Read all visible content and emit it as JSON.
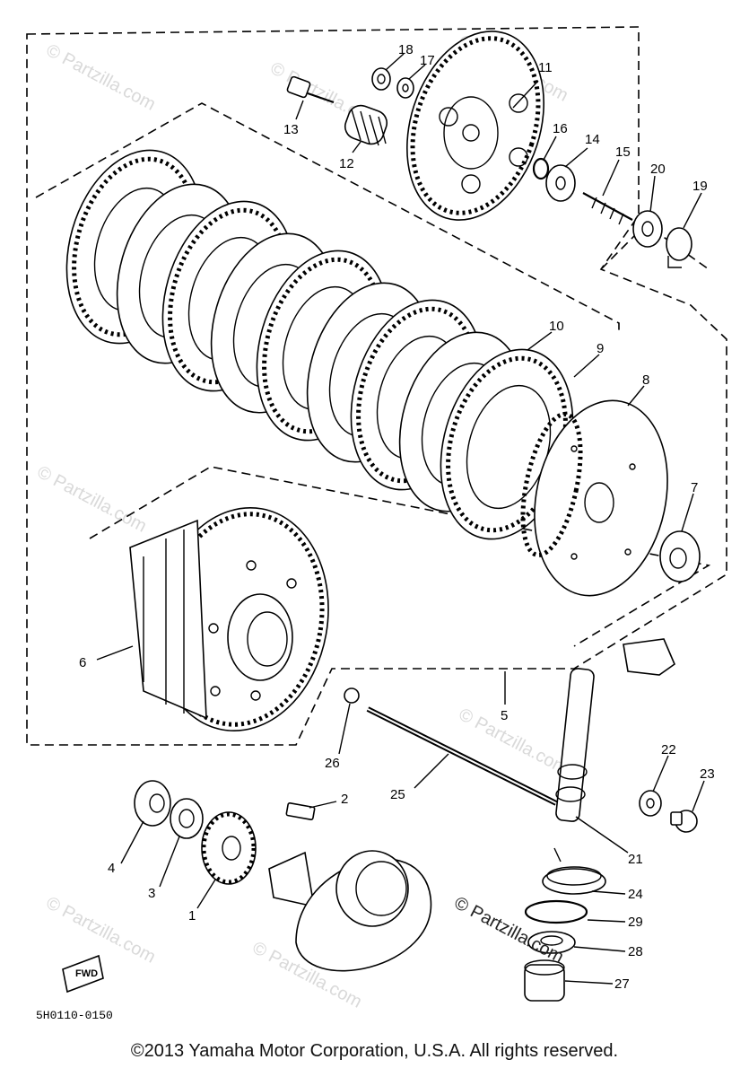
{
  "diagram": {
    "watermarks": [
      "© Partzilla.com",
      "© Partzilla.com",
      "© Partzilla.com",
      "© Partzilla.com",
      "© Partzilla.com",
      "© Partzilla.com",
      "© Partzilla.com",
      "© Partzilla.com"
    ],
    "watermark_dark": "© Partzilla.com",
    "drawing_code": "5H0110-0150",
    "fwd_label": "FWD",
    "callouts": [
      "1",
      "2",
      "3",
      "4",
      "5",
      "6",
      "7",
      "8",
      "9",
      "10",
      "11",
      "12",
      "13",
      "14",
      "15",
      "16",
      "17",
      "18",
      "19",
      "20",
      "21",
      "22",
      "23",
      "24",
      "25",
      "26",
      "27",
      "28",
      "29"
    ]
  },
  "footer": {
    "copyright": "©2013 Yamaha Motor Corporation, U.S.A. All rights reserved."
  }
}
